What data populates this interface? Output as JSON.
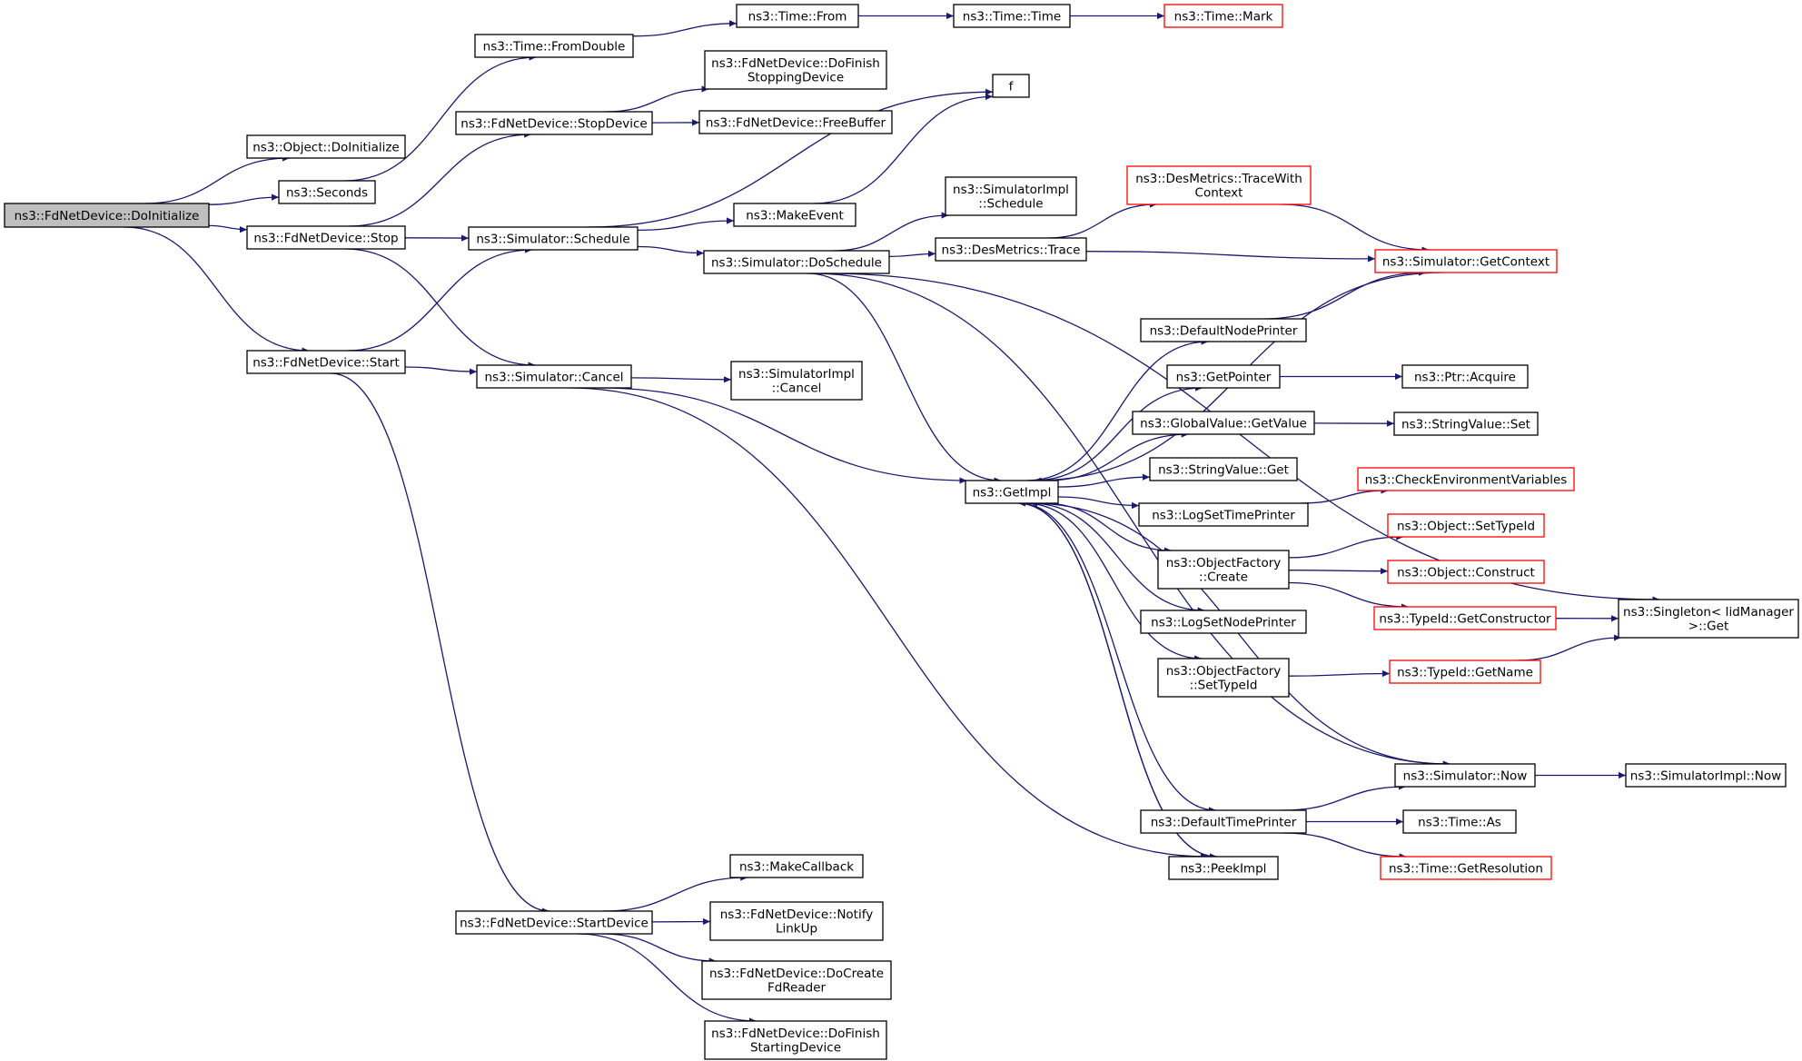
{
  "colors": {
    "edge": "#191970",
    "node_border": "#000000",
    "node_border_incomplete": "#ff0000",
    "root_fill": "#bfbfbf",
    "background": "#ffffff"
  },
  "nodes": [
    {
      "id": "n_root",
      "lines": [
        "ns3::FdNetDevice::DoInitialize"
      ],
      "root": true,
      "incomplete": false
    },
    {
      "id": "n_objinit",
      "lines": [
        "ns3::Object::DoInitialize"
      ],
      "incomplete": false
    },
    {
      "id": "n_seconds",
      "lines": [
        "ns3::Seconds"
      ],
      "incomplete": false
    },
    {
      "id": "n_stop",
      "lines": [
        "ns3::FdNetDevice::Stop"
      ],
      "incomplete": false
    },
    {
      "id": "n_start",
      "lines": [
        "ns3::FdNetDevice::Start"
      ],
      "incomplete": false
    },
    {
      "id": "n_fromdouble",
      "lines": [
        "ns3::Time::FromDouble"
      ],
      "incomplete": false
    },
    {
      "id": "n_stopdev",
      "lines": [
        "ns3::FdNetDevice::StopDevice"
      ],
      "incomplete": false
    },
    {
      "id": "n_sched",
      "lines": [
        "ns3::Simulator::Schedule"
      ],
      "incomplete": false
    },
    {
      "id": "n_cancel",
      "lines": [
        "ns3::Simulator::Cancel"
      ],
      "incomplete": false
    },
    {
      "id": "n_startdev",
      "lines": [
        "ns3::FdNetDevice::StartDevice"
      ],
      "incomplete": false
    },
    {
      "id": "n_from",
      "lines": [
        "ns3::Time::From"
      ],
      "incomplete": false
    },
    {
      "id": "n_dofinishstop",
      "lines": [
        "ns3::FdNetDevice::DoFinish",
        "StoppingDevice"
      ],
      "incomplete": false
    },
    {
      "id": "n_freebuf",
      "lines": [
        "ns3::FdNetDevice::FreeBuffer"
      ],
      "incomplete": false
    },
    {
      "id": "n_makeevent",
      "lines": [
        "ns3::MakeEvent"
      ],
      "incomplete": false
    },
    {
      "id": "n_dosched",
      "lines": [
        "ns3::Simulator::DoSchedule"
      ],
      "incomplete": false
    },
    {
      "id": "n_implcancel",
      "lines": [
        "ns3::SimulatorImpl",
        "::Cancel"
      ],
      "incomplete": false
    },
    {
      "id": "n_makecb",
      "lines": [
        "ns3::MakeCallback"
      ],
      "incomplete": false
    },
    {
      "id": "n_notify",
      "lines": [
        "ns3::FdNetDevice::Notify",
        "LinkUp"
      ],
      "incomplete": false
    },
    {
      "id": "n_docreate",
      "lines": [
        "ns3::FdNetDevice::DoCreate",
        "FdReader"
      ],
      "incomplete": false
    },
    {
      "id": "n_dofinishstart",
      "lines": [
        "ns3::FdNetDevice::DoFinish",
        "StartingDevice"
      ],
      "incomplete": false
    },
    {
      "id": "n_timetime",
      "lines": [
        "ns3::Time::Time"
      ],
      "incomplete": false
    },
    {
      "id": "n_f",
      "lines": [
        "f"
      ],
      "incomplete": false
    },
    {
      "id": "n_implsched",
      "lines": [
        "ns3::SimulatorImpl",
        "::Schedule"
      ],
      "incomplete": false
    },
    {
      "id": "n_desmetrics",
      "lines": [
        "ns3::DesMetrics::Trace"
      ],
      "incomplete": false
    },
    {
      "id": "n_getimpl",
      "lines": [
        "ns3::GetImpl"
      ],
      "incomplete": false
    },
    {
      "id": "n_mark",
      "lines": [
        "ns3::Time::Mark"
      ],
      "incomplete": true
    },
    {
      "id": "n_tracewith",
      "lines": [
        "ns3::DesMetrics::TraceWith",
        "Context"
      ],
      "incomplete": true
    },
    {
      "id": "n_getcontext",
      "lines": [
        "ns3::Simulator::GetContext"
      ],
      "incomplete": true
    },
    {
      "id": "n_defnodeprinter",
      "lines": [
        "ns3::DefaultNodePrinter"
      ],
      "incomplete": false
    },
    {
      "id": "n_getpointer",
      "lines": [
        "ns3::GetPointer"
      ],
      "incomplete": false
    },
    {
      "id": "n_globalvalue",
      "lines": [
        "ns3::GlobalValue::GetValue"
      ],
      "incomplete": false
    },
    {
      "id": "n_strget",
      "lines": [
        "ns3::StringValue::Get"
      ],
      "incomplete": false
    },
    {
      "id": "n_logsettime",
      "lines": [
        "ns3::LogSetTimePrinter"
      ],
      "incomplete": false
    },
    {
      "id": "n_ofcreate",
      "lines": [
        "ns3::ObjectFactory",
        "::Create"
      ],
      "incomplete": false
    },
    {
      "id": "n_logsetnode",
      "lines": [
        "ns3::LogSetNodePrinter"
      ],
      "incomplete": false
    },
    {
      "id": "n_ofsettype",
      "lines": [
        "ns3::ObjectFactory",
        "::SetTypeId"
      ],
      "incomplete": false
    },
    {
      "id": "n_simnow",
      "lines": [
        "ns3::Simulator::Now"
      ],
      "incomplete": false
    },
    {
      "id": "n_deftimeprinter",
      "lines": [
        "ns3::DefaultTimePrinter"
      ],
      "incomplete": false
    },
    {
      "id": "n_peekimpl",
      "lines": [
        "ns3::PeekImpl"
      ],
      "incomplete": false
    },
    {
      "id": "n_ptracquire",
      "lines": [
        "ns3::Ptr::Acquire"
      ],
      "incomplete": false
    },
    {
      "id": "n_strset",
      "lines": [
        "ns3::StringValue::Set"
      ],
      "incomplete": false
    },
    {
      "id": "n_checkenv",
      "lines": [
        "ns3::CheckEnvironmentVariables"
      ],
      "incomplete": true
    },
    {
      "id": "n_objsettype",
      "lines": [
        "ns3::Object::SetTypeId"
      ],
      "incomplete": true
    },
    {
      "id": "n_objconstruct",
      "lines": [
        "ns3::Object::Construct"
      ],
      "incomplete": true
    },
    {
      "id": "n_getctor",
      "lines": [
        "ns3::TypeId::GetConstructor"
      ],
      "incomplete": true
    },
    {
      "id": "n_getname",
      "lines": [
        "ns3::TypeId::GetName"
      ],
      "incomplete": true
    },
    {
      "id": "n_singleton",
      "lines": [
        "ns3::Singleton< IidManager",
        " >::Get"
      ],
      "incomplete": false
    },
    {
      "id": "n_implnow",
      "lines": [
        "ns3::SimulatorImpl::Now"
      ],
      "incomplete": false
    },
    {
      "id": "n_timeas",
      "lines": [
        "ns3::Time::As"
      ],
      "incomplete": false
    },
    {
      "id": "n_getres",
      "lines": [
        "ns3::Time::GetResolution"
      ],
      "incomplete": true
    }
  ],
  "edges": [
    [
      "n_root",
      "n_objinit"
    ],
    [
      "n_root",
      "n_seconds"
    ],
    [
      "n_root",
      "n_stop"
    ],
    [
      "n_root",
      "n_start"
    ],
    [
      "n_seconds",
      "n_fromdouble"
    ],
    [
      "n_fromdouble",
      "n_from"
    ],
    [
      "n_from",
      "n_timetime"
    ],
    [
      "n_timetime",
      "n_mark"
    ],
    [
      "n_stop",
      "n_stopdev"
    ],
    [
      "n_stop",
      "n_sched"
    ],
    [
      "n_stop",
      "n_cancel"
    ],
    [
      "n_stopdev",
      "n_dofinishstop"
    ],
    [
      "n_stopdev",
      "n_freebuf"
    ],
    [
      "n_start",
      "n_sched"
    ],
    [
      "n_start",
      "n_cancel"
    ],
    [
      "n_start",
      "n_startdev"
    ],
    [
      "n_sched",
      "n_f"
    ],
    [
      "n_sched",
      "n_makeevent"
    ],
    [
      "n_sched",
      "n_dosched"
    ],
    [
      "n_makeevent",
      "n_f"
    ],
    [
      "n_dosched",
      "n_implsched"
    ],
    [
      "n_dosched",
      "n_desmetrics"
    ],
    [
      "n_dosched",
      "n_getimpl"
    ],
    [
      "n_dosched",
      "n_simnow"
    ],
    [
      "n_dosched",
      "n_singleton"
    ],
    [
      "n_cancel",
      "n_implcancel"
    ],
    [
      "n_cancel",
      "n_getimpl"
    ],
    [
      "n_cancel",
      "n_peekimpl"
    ],
    [
      "n_startdev",
      "n_makecb"
    ],
    [
      "n_startdev",
      "n_notify"
    ],
    [
      "n_startdev",
      "n_docreate"
    ],
    [
      "n_startdev",
      "n_dofinishstart"
    ],
    [
      "n_desmetrics",
      "n_tracewith"
    ],
    [
      "n_desmetrics",
      "n_getcontext"
    ],
    [
      "n_tracewith",
      "n_getcontext"
    ],
    [
      "n_getcontext",
      "n_getimpl"
    ],
    [
      "n_defnodeprinter",
      "n_getcontext"
    ],
    [
      "n_getimpl",
      "n_defnodeprinter"
    ],
    [
      "n_getimpl",
      "n_getpointer"
    ],
    [
      "n_getimpl",
      "n_globalvalue"
    ],
    [
      "n_getimpl",
      "n_strget"
    ],
    [
      "n_getimpl",
      "n_logsettime"
    ],
    [
      "n_getimpl",
      "n_ofcreate"
    ],
    [
      "n_getimpl",
      "n_logsetnode"
    ],
    [
      "n_getimpl",
      "n_ofsettype"
    ],
    [
      "n_getimpl",
      "n_deftimeprinter"
    ],
    [
      "n_getimpl",
      "n_peekimpl"
    ],
    [
      "n_simnow",
      "n_getimpl"
    ],
    [
      "n_simnow",
      "n_implnow"
    ],
    [
      "n_peekimpl",
      "n_getimpl"
    ],
    [
      "n_getpointer",
      "n_ptracquire"
    ],
    [
      "n_globalvalue",
      "n_strset"
    ],
    [
      "n_logsettime",
      "n_checkenv"
    ],
    [
      "n_ofcreate",
      "n_objsettype"
    ],
    [
      "n_ofcreate",
      "n_objconstruct"
    ],
    [
      "n_ofcreate",
      "n_getctor"
    ],
    [
      "n_ofsettype",
      "n_getname"
    ],
    [
      "n_getctor",
      "n_singleton"
    ],
    [
      "n_getname",
      "n_singleton"
    ],
    [
      "n_deftimeprinter",
      "n_simnow"
    ],
    [
      "n_deftimeprinter",
      "n_timeas"
    ],
    [
      "n_deftimeprinter",
      "n_getres"
    ]
  ]
}
